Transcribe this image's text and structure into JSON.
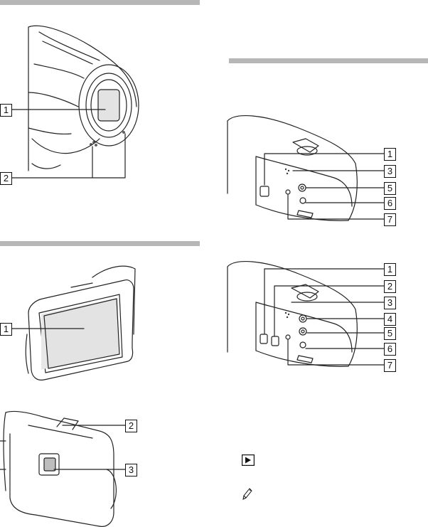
{
  "callouts": {
    "lens_fig": [
      "1",
      "2"
    ],
    "right_top_fig": [
      "1",
      "3",
      "5",
      "6",
      "7"
    ],
    "lcd_fig": [
      "1"
    ],
    "right_bottom_fig": [
      "1",
      "2",
      "3",
      "4",
      "5",
      "6",
      "7"
    ],
    "side_fig": [
      "2",
      "3"
    ]
  },
  "icons": [
    "play-icon",
    "edit-pen-icon"
  ],
  "colors": {
    "rule": "#b7b7b7",
    "line": "#111111"
  }
}
